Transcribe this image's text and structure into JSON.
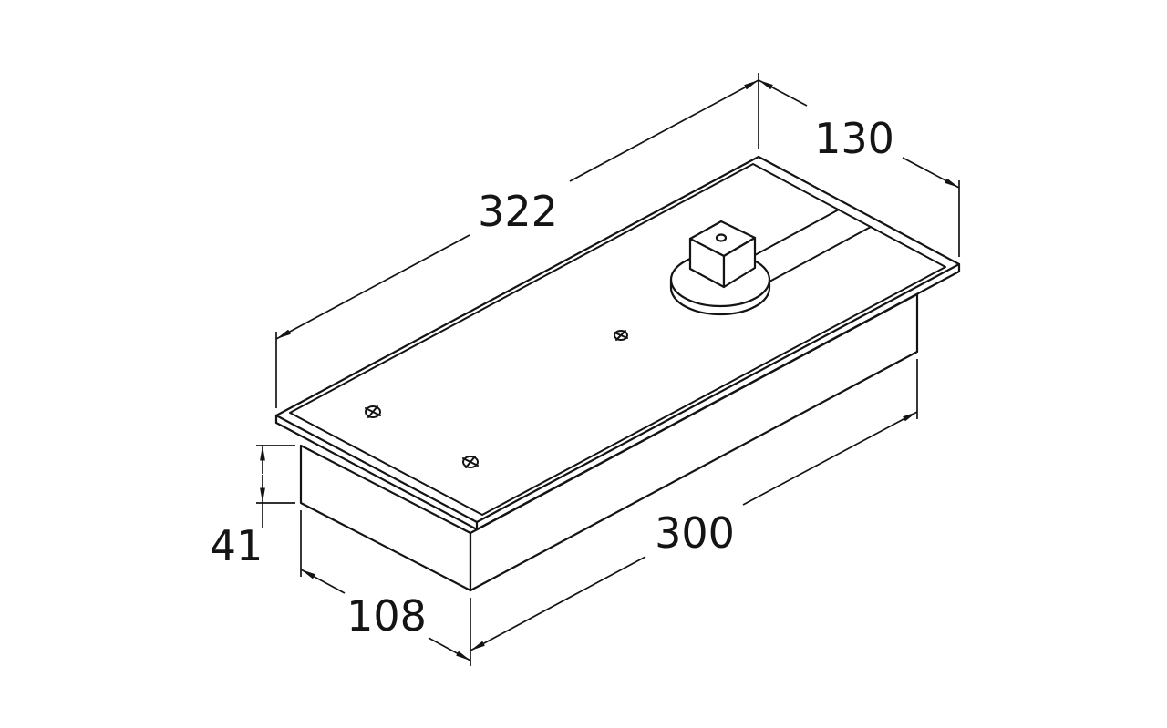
{
  "drawing": {
    "background_color": "#ffffff",
    "line_color": "#141414",
    "dimensions": {
      "cover_length": "322",
      "cover_width": "130",
      "body_length": "300",
      "body_width": "108",
      "body_height": "41"
    }
  }
}
